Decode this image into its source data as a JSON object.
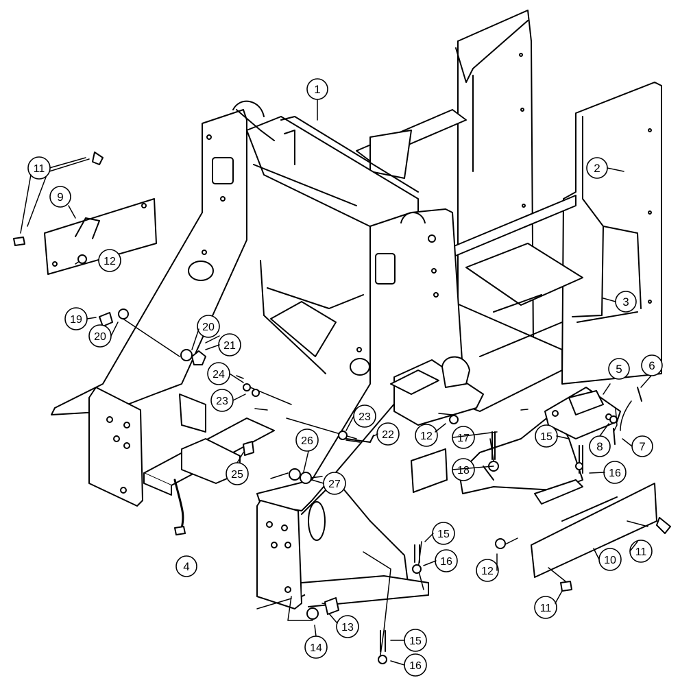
{
  "diagram": {
    "style": "exploded parts illustration, black line art on white",
    "colors": {
      "ink": "#000000",
      "fill": "#ffffff"
    },
    "callouts": [
      {
        "id": "c1",
        "label": "1"
      },
      {
        "id": "c2",
        "label": "2"
      },
      {
        "id": "c3",
        "label": "3"
      },
      {
        "id": "c4",
        "label": "4"
      },
      {
        "id": "c5",
        "label": "5"
      },
      {
        "id": "c6",
        "label": "6"
      },
      {
        "id": "c7",
        "label": "7"
      },
      {
        "id": "c8",
        "label": "8"
      },
      {
        "id": "c9",
        "label": "9"
      },
      {
        "id": "c10",
        "label": "10"
      },
      {
        "id": "c11a",
        "label": "11"
      },
      {
        "id": "c11b",
        "label": "11"
      },
      {
        "id": "c11c",
        "label": "11"
      },
      {
        "id": "c12a",
        "label": "12"
      },
      {
        "id": "c12b",
        "label": "12"
      },
      {
        "id": "c12c",
        "label": "12"
      },
      {
        "id": "c13",
        "label": "13"
      },
      {
        "id": "c14",
        "label": "14"
      },
      {
        "id": "c15a",
        "label": "15"
      },
      {
        "id": "c15b",
        "label": "15"
      },
      {
        "id": "c15c",
        "label": "15"
      },
      {
        "id": "c16a",
        "label": "16"
      },
      {
        "id": "c16b",
        "label": "16"
      },
      {
        "id": "c16c",
        "label": "16"
      },
      {
        "id": "c17",
        "label": "17"
      },
      {
        "id": "c18",
        "label": "18"
      },
      {
        "id": "c19",
        "label": "19"
      },
      {
        "id": "c20a",
        "label": "20"
      },
      {
        "id": "c20b",
        "label": "20"
      },
      {
        "id": "c21",
        "label": "21"
      },
      {
        "id": "c22",
        "label": "22"
      },
      {
        "id": "c23a",
        "label": "23"
      },
      {
        "id": "c23b",
        "label": "23"
      },
      {
        "id": "c24",
        "label": "24"
      },
      {
        "id": "c25",
        "label": "25"
      },
      {
        "id": "c26",
        "label": "26"
      },
      {
        "id": "c27",
        "label": "27"
      }
    ]
  }
}
